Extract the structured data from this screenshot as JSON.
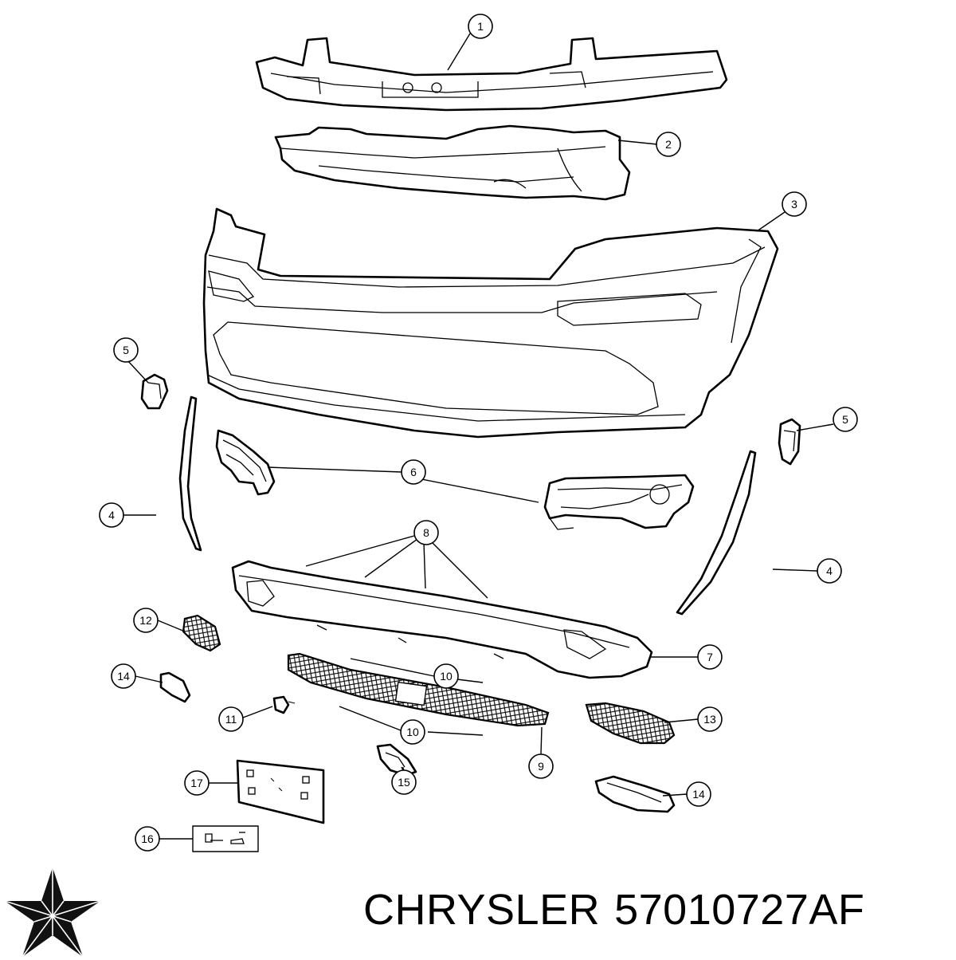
{
  "diagram": {
    "callouts": [
      "1",
      "2",
      "3",
      "4",
      "4",
      "5",
      "5",
      "6",
      "7",
      "8",
      "9",
      "10",
      "10",
      "11",
      "12",
      "13",
      "14",
      "14",
      "15",
      "16",
      "17"
    ]
  },
  "footer": {
    "brand": "CHRYSLER",
    "part_number": "57010727AF"
  },
  "icons": [
    "chrysler-star-logo"
  ]
}
